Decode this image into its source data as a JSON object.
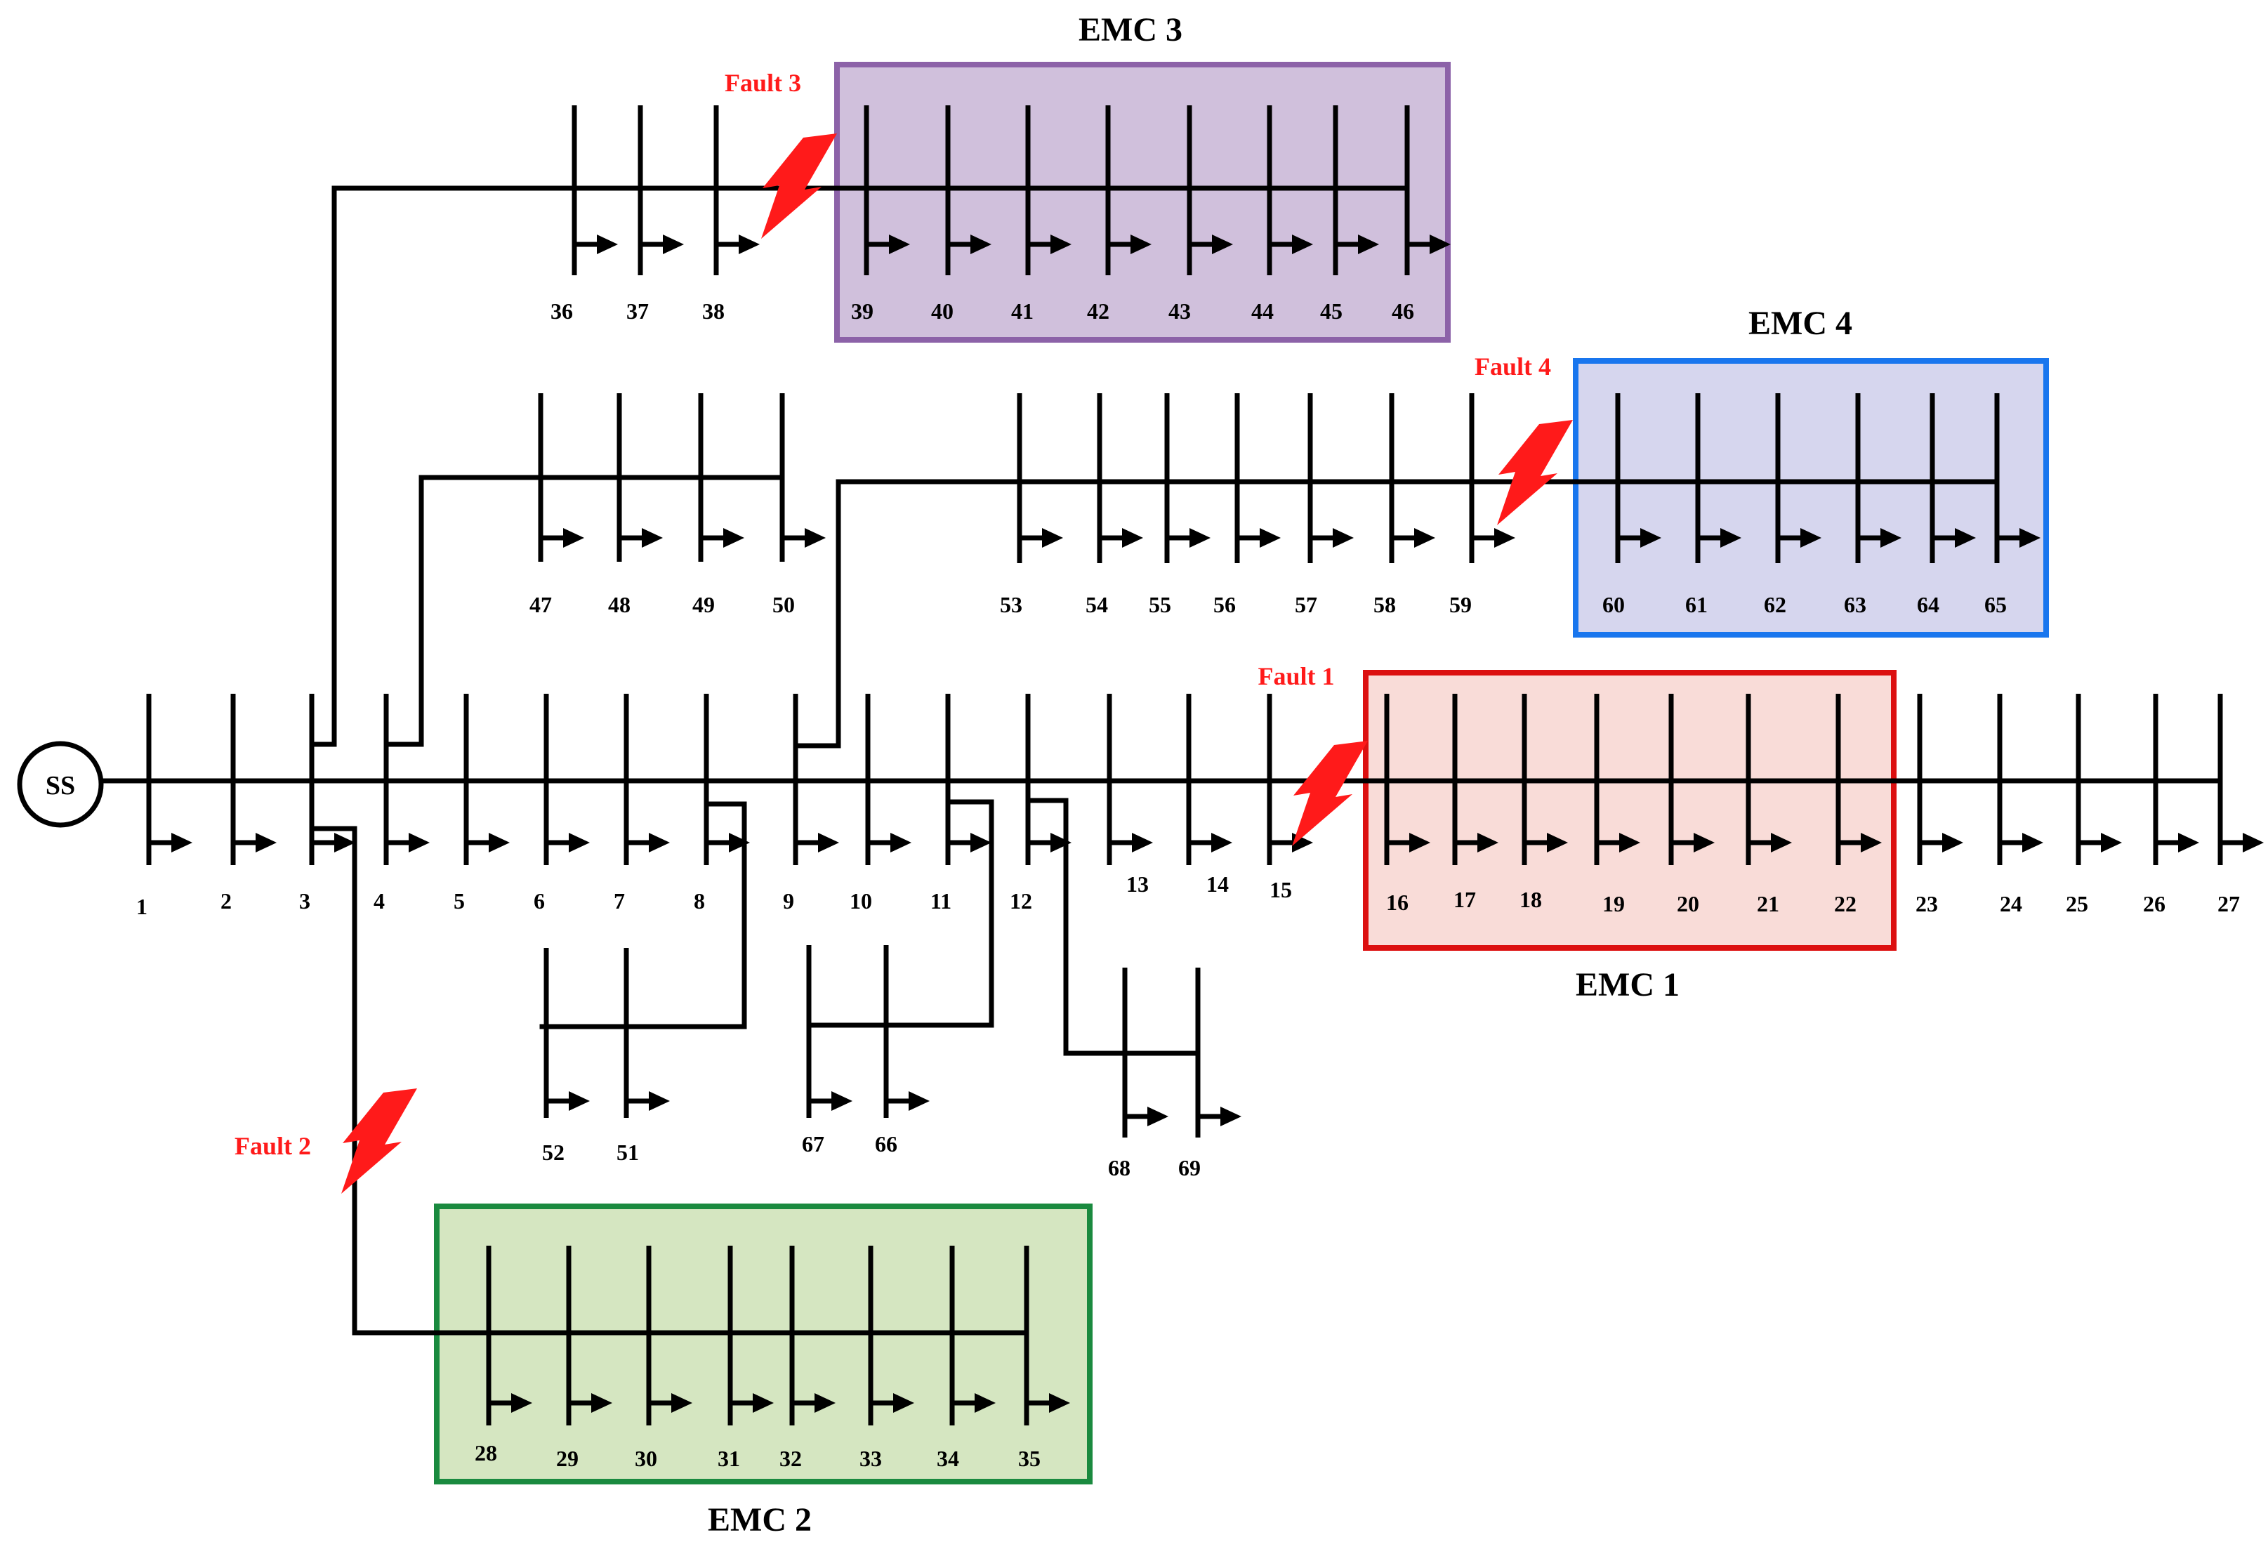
{
  "source": {
    "label": "SS"
  },
  "buses": {
    "main": [
      "1",
      "2",
      "3",
      "4",
      "5",
      "6",
      "7",
      "8",
      "9",
      "10",
      "11",
      "12",
      "13",
      "14",
      "15",
      "16",
      "17",
      "18",
      "19",
      "20",
      "21",
      "22",
      "23",
      "24",
      "25",
      "26",
      "27"
    ],
    "branch_3": [
      "28",
      "29",
      "30",
      "31",
      "32",
      "33",
      "34",
      "35"
    ],
    "branch_36": [
      "36",
      "37",
      "38",
      "39",
      "40",
      "41",
      "42",
      "43",
      "44",
      "45",
      "46"
    ],
    "branch_47": [
      "47",
      "48",
      "49",
      "50"
    ],
    "branch_53": [
      "53",
      "54",
      "55",
      "56",
      "57",
      "58",
      "59",
      "60",
      "61",
      "62",
      "63",
      "64",
      "65"
    ],
    "branch_8": [
      "52",
      "51"
    ],
    "branch_11": [
      "67",
      "66"
    ],
    "branch_12": [
      "68",
      "69"
    ]
  },
  "emcs": [
    {
      "label": "EMC 1",
      "fill": "#f9dcd8",
      "stroke": "#dc1010"
    },
    {
      "label": "EMC 2",
      "fill": "#d5e6c1",
      "stroke": "#1a8a3f"
    },
    {
      "label": "EMC 3",
      "fill": "#d0c0dc",
      "stroke": "#8c62a8"
    },
    {
      "label": "EMC 4",
      "fill": "#d6d6ee",
      "stroke": "#1976ee"
    }
  ],
  "faults": [
    {
      "label": "Fault 1",
      "color": "#ff1a1a"
    },
    {
      "label": "Fault 2",
      "color": "#ff1a1a"
    },
    {
      "label": "Fault 3",
      "color": "#ff1a1a"
    },
    {
      "label": "Fault 4",
      "color": "#ff1a1a"
    }
  ],
  "icons": {
    "fault": "lightning-bolt-icon",
    "load": "load-arrow-icon"
  }
}
